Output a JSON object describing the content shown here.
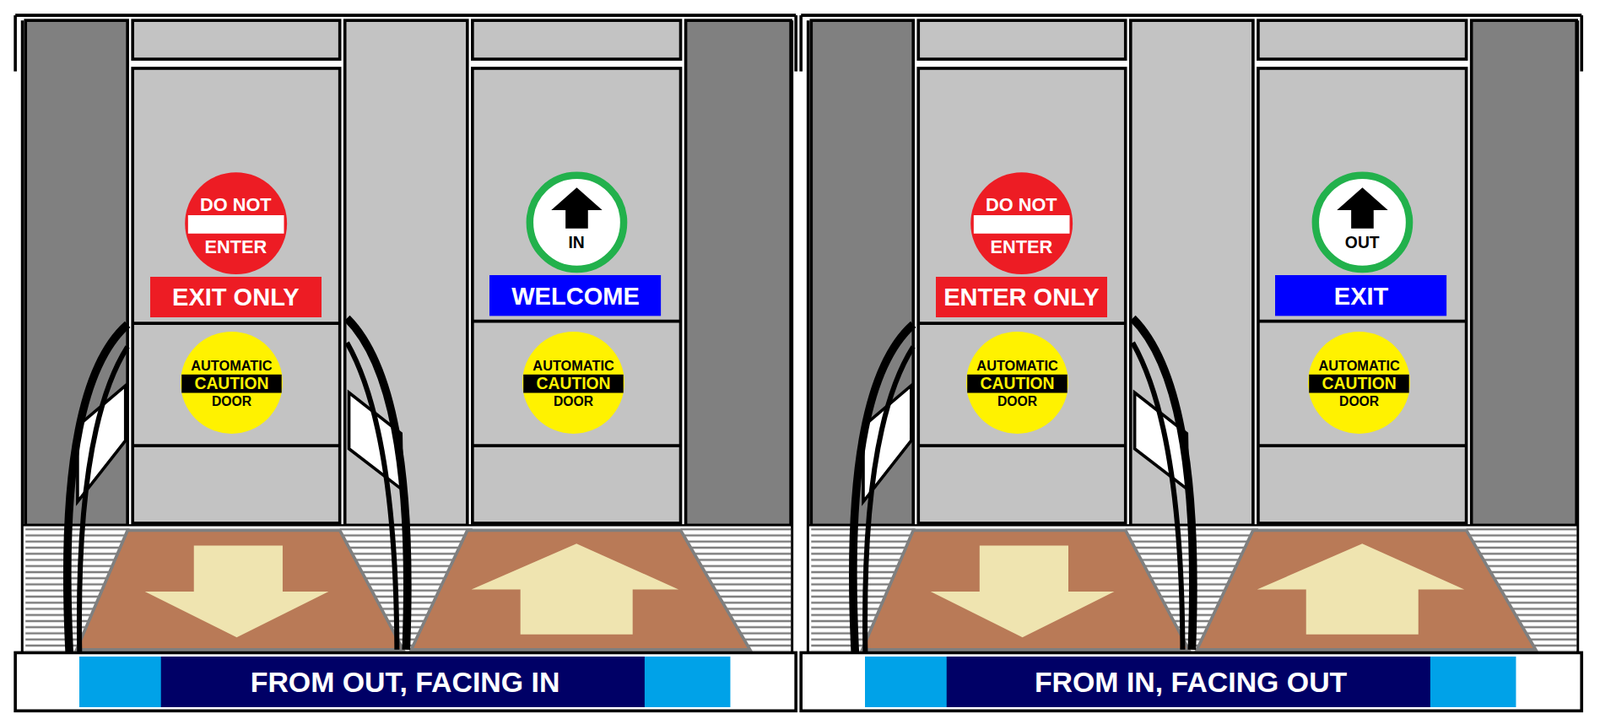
{
  "diagram": {
    "nodes": [
      {
        "text": [
          "DO NOT",
          "ENTER"
        ]
      },
      {
        "text": [
          "IN"
        ]
      },
      {
        "text": [
          "EXIT ONLY"
        ]
      },
      {
        "text": [
          "WELCOME"
        ]
      },
      {
        "text": [
          "AUTOMATIC",
          "CAUTION",
          "DOOR"
        ]
      },
      {
        "text": [
          "AUTOMATIC",
          "CAUTION",
          "DOOR"
        ]
      },
      {
        "text": [
          "FROM OUT, FACING IN"
        ]
      },
      {
        "text": [
          "DO NOT",
          "ENTER"
        ]
      },
      {
        "text": [
          "OUT"
        ]
      },
      {
        "text": [
          "ENTER ONLY"
        ]
      },
      {
        "text": [
          "EXIT"
        ]
      },
      {
        "text": [
          "AUTOMATIC",
          "CAUTION",
          "DOOR"
        ]
      },
      {
        "text": [
          "AUTOMATIC",
          "CAUTION",
          "DOOR"
        ]
      },
      {
        "text": [
          "FROM IN, FACING OUT"
        ]
      }
    ]
  }
}
